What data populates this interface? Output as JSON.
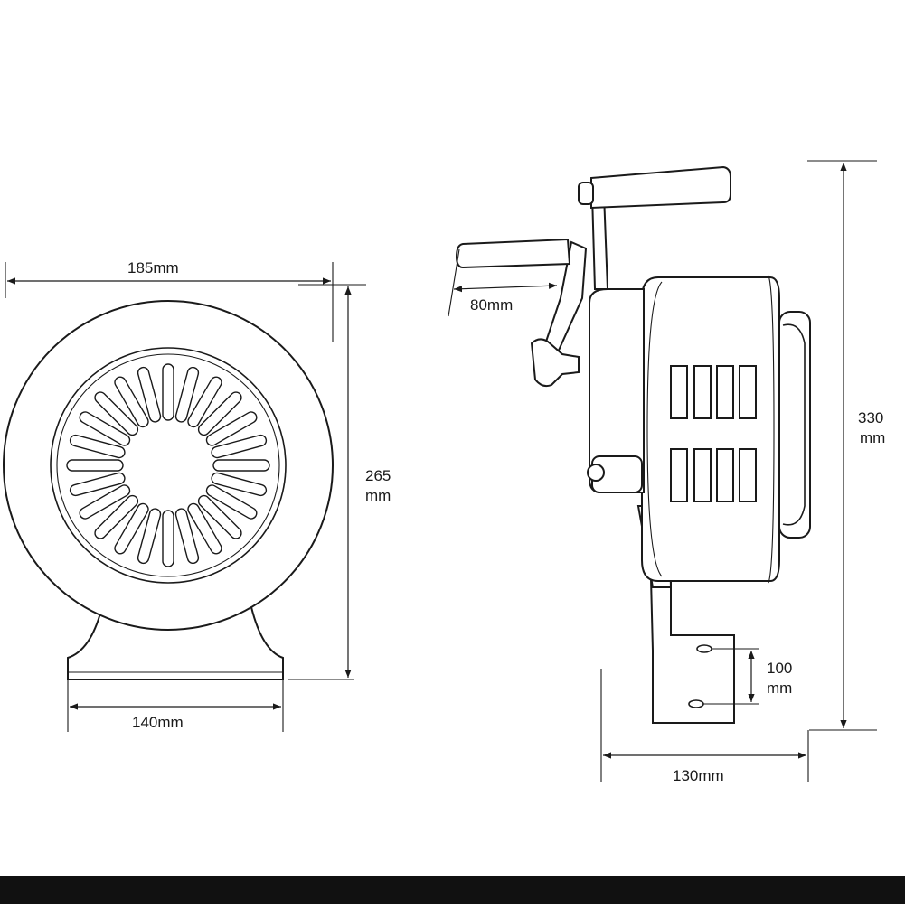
{
  "dimensions": {
    "front_width": "185mm",
    "front_height_value": "265",
    "front_height_unit": "mm",
    "base_width": "140mm",
    "crank_length": "80mm",
    "side_height_value": "330",
    "side_height_unit": "mm",
    "mount_spacing_value": "100",
    "mount_spacing_unit": "mm",
    "side_depth": "130mm"
  },
  "colors": {
    "line": "#1a1a1a",
    "background": "#ffffff",
    "bottom_bar": "#111111"
  }
}
